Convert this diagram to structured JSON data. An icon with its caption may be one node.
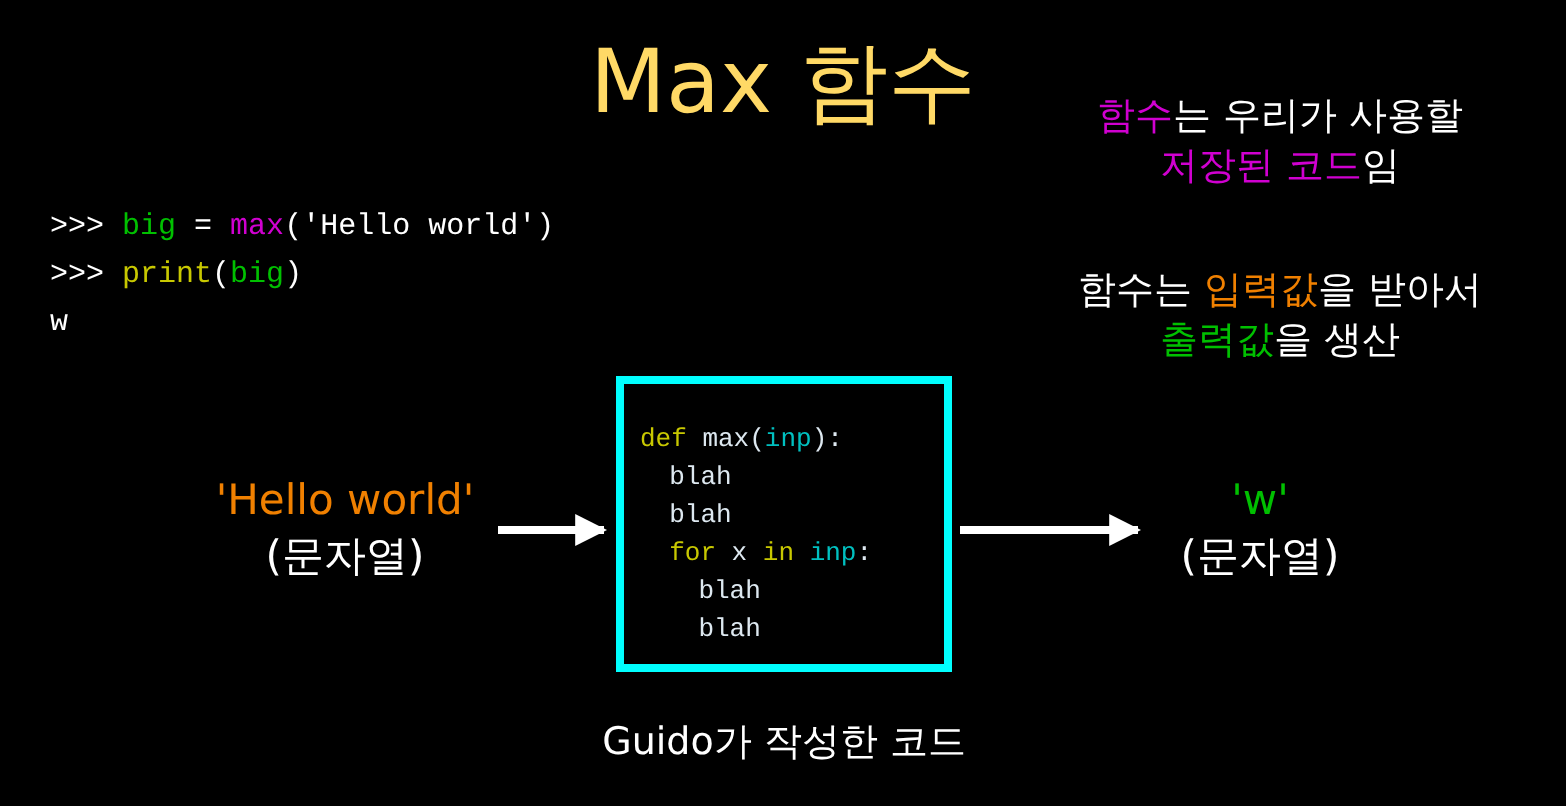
{
  "diagram": {
    "title": "Max 함수",
    "nodes": [
      {
        "text": [
          "'Hello world'",
          "(문자열)"
        ]
      },
      {
        "text": [
          "def max(inp):",
          "blah",
          "blah",
          "for x in inp:",
          "blah",
          "blah"
        ],
        "beside": [
          "Guido가 작성한 코드"
        ]
      },
      {
        "text": [
          "'w'",
          "(문자열)"
        ]
      }
    ],
    "edges": [
      {
        "from": 0,
        "to": 1,
        "arrow": "to"
      },
      {
        "from": 1,
        "to": 2,
        "arrow": "to"
      }
    ],
    "labels": [
      ">>> big = max('Hello world')",
      ">>> print(big)",
      "w",
      "함수는 우리가 사용할 저장된 코드임",
      "함수는 입력값을 받아서 출력값을 생산"
    ]
  }
}
